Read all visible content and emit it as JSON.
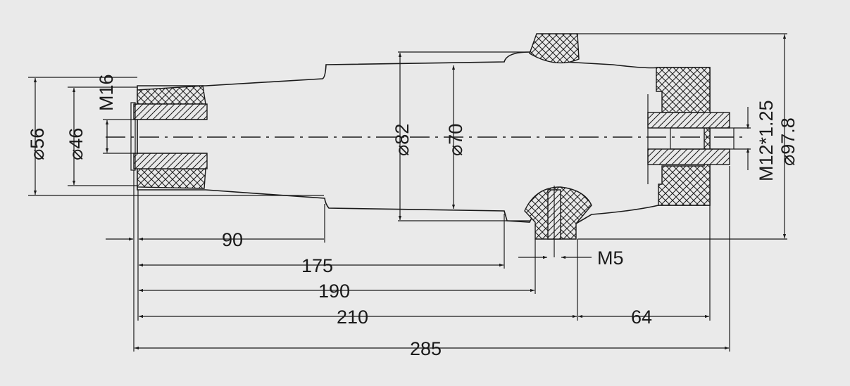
{
  "dimensions": {
    "d56": "⌀56",
    "d46": "⌀46",
    "m16": "M16",
    "d82": "⌀82",
    "d70": "⌀70",
    "m12": "M12*1.25",
    "d978": "⌀97.8",
    "m5": "M5",
    "l90": "90",
    "l175": "175",
    "l190": "190",
    "l210": "210",
    "l64": "64",
    "l285": "285"
  }
}
